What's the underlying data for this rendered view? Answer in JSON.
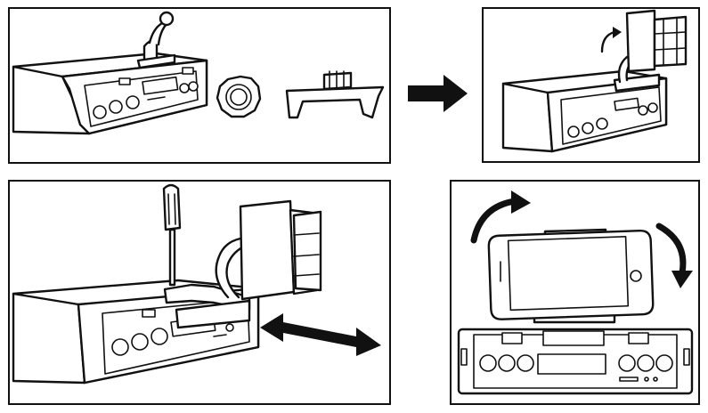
{
  "diagram": {
    "steps": [
      {
        "id": "step-1",
        "content": "radio-with-mount-base-nut-and-clip"
      },
      {
        "id": "step-2",
        "content": "attach-holder-to-mount"
      },
      {
        "id": "step-3",
        "content": "tighten-and-slide-holder"
      },
      {
        "id": "step-4",
        "content": "rotate-phone-holder"
      }
    ],
    "icons": {
      "flow_arrow": "right-arrow-icon",
      "rotate": "curved-arrow-icon",
      "slide": "double-arrow-icon",
      "tool": "screwdriver-icon"
    },
    "colors": {
      "line": "#111111",
      "background": "#ffffff"
    }
  }
}
